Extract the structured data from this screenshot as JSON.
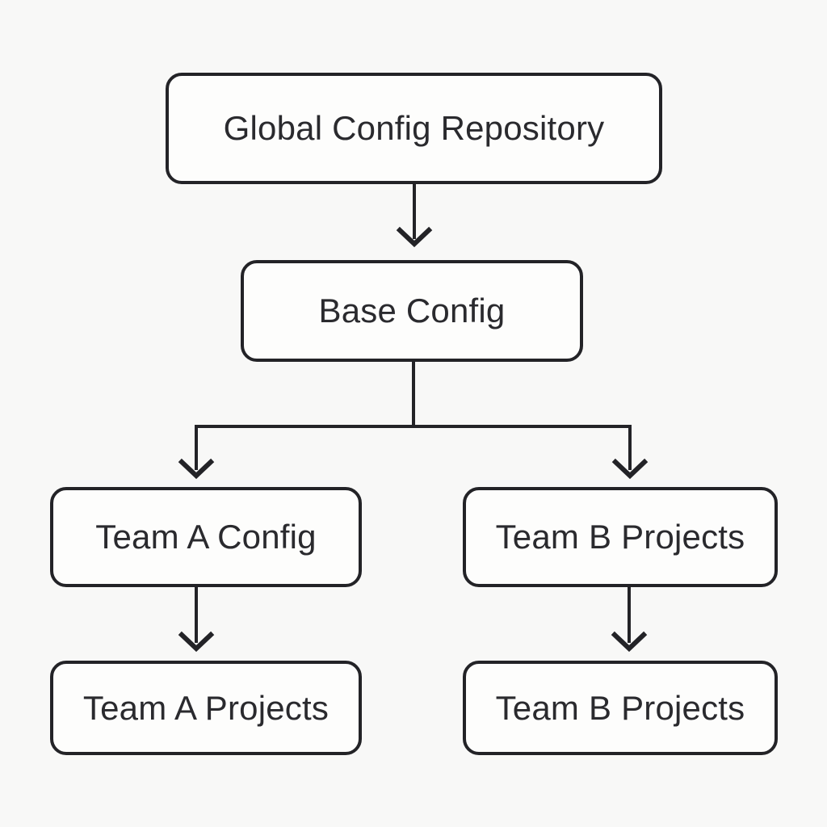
{
  "diagram": {
    "type": "flowchart",
    "colors": {
      "background": "#f8f8f7",
      "node_fill": "#fdfdfc",
      "stroke": "#232327",
      "text": "#2a2a2e"
    },
    "nodes": [
      {
        "id": "global-config-repository",
        "label": "Global Config Repository"
      },
      {
        "id": "base-config",
        "label": "Base Config"
      },
      {
        "id": "team-a-config",
        "label": "Team A Config"
      },
      {
        "id": "team-b-projects-mid",
        "label": "Team B Projects"
      },
      {
        "id": "team-a-projects",
        "label": "Team A Projects"
      },
      {
        "id": "team-b-projects-bottom",
        "label": "Team B Projects"
      }
    ],
    "edges": [
      {
        "from": "Global Config Repository",
        "to": "Base Config"
      },
      {
        "from": "Base Config",
        "to": "Team A Config"
      },
      {
        "from": "Base Config",
        "to": "Team B Projects"
      },
      {
        "from": "Team A Config",
        "to": "Team A Projects"
      },
      {
        "from": "Team B Projects",
        "to": "Team B Projects"
      }
    ]
  }
}
